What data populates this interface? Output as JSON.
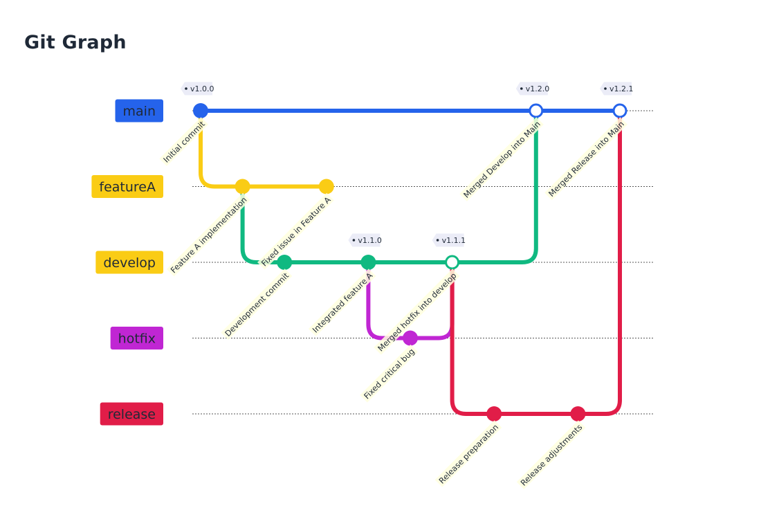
{
  "title": "Git Graph",
  "branches": [
    {
      "name": "main",
      "color": "#2563eb",
      "text_color": "#ffffff"
    },
    {
      "name": "featureA",
      "color": "#facc15",
      "text_color": "#1f2937"
    },
    {
      "name": "develop",
      "color": "#facc15",
      "text_color": "#1f2937"
    },
    {
      "name": "hotfix",
      "color": "#c026d3",
      "text_color": "#ffffff"
    },
    {
      "name": "release",
      "color": "#e11d48",
      "text_color": "#ffffff"
    }
  ],
  "line_colors": {
    "main": "#2563eb",
    "featureA": "#facc15",
    "develop": "#10b981",
    "hotfix": "#c026d3",
    "release": "#e11d48"
  },
  "commits": [
    {
      "id": "c1",
      "branch": "main",
      "order": 0,
      "message": "Initial commit",
      "tag": "v1.0.0",
      "merge": false
    },
    {
      "id": "c2",
      "branch": "featureA",
      "order": 1,
      "message": "Feature A implementation",
      "tag": "",
      "merge": false
    },
    {
      "id": "c3",
      "branch": "develop",
      "order": 2,
      "message": "Development commit",
      "tag": "",
      "merge": false
    },
    {
      "id": "c4",
      "branch": "featureA",
      "order": 3,
      "message": "Fixed issue in Feature A",
      "tag": "",
      "merge": false
    },
    {
      "id": "c5",
      "branch": "develop",
      "order": 4,
      "message": "Integrated feature A",
      "tag": "v1.1.0",
      "merge": false
    },
    {
      "id": "c6",
      "branch": "hotfix",
      "order": 5,
      "message": "Fixed critical bug",
      "tag": "",
      "merge": false
    },
    {
      "id": "c7",
      "branch": "develop",
      "order": 6,
      "message": "Merged hotfix into develop",
      "tag": "v1.1.1",
      "merge": true
    },
    {
      "id": "c8",
      "branch": "release",
      "order": 7,
      "message": "Release preparation",
      "tag": "",
      "merge": false
    },
    {
      "id": "c9",
      "branch": "main",
      "order": 8,
      "message": "Merged Develop into Main",
      "tag": "v1.2.0",
      "merge": true
    },
    {
      "id": "c10",
      "branch": "release",
      "order": 9,
      "message": "Release adjustments",
      "tag": "",
      "merge": false
    },
    {
      "id": "c11",
      "branch": "main",
      "order": 10,
      "message": "Merged Release into Main",
      "tag": "v1.2.1",
      "merge": true
    }
  ],
  "connections": [
    {
      "from": "c1",
      "to": "c9",
      "color_branch": "main"
    },
    {
      "from": "c9",
      "to": "c11",
      "color_branch": "main"
    },
    {
      "from": "c1",
      "to": "c2",
      "color_branch": "featureA"
    },
    {
      "from": "c2",
      "to": "c4",
      "color_branch": "featureA"
    },
    {
      "from": "c2",
      "to": "c3",
      "color_branch": "develop"
    },
    {
      "from": "c3",
      "to": "c5",
      "color_branch": "develop"
    },
    {
      "from": "c5",
      "to": "c7",
      "color_branch": "develop"
    },
    {
      "from": "c5",
      "to": "c6",
      "color_branch": "hotfix"
    },
    {
      "from": "c6",
      "to": "c7",
      "color_branch": "hotfix"
    },
    {
      "from": "c7",
      "to": "c9",
      "color_branch": "develop"
    },
    {
      "from": "c7",
      "to": "c8",
      "color_branch": "release"
    },
    {
      "from": "c8",
      "to": "c10",
      "color_branch": "release"
    },
    {
      "from": "c10",
      "to": "c11",
      "color_branch": "release"
    }
  ]
}
